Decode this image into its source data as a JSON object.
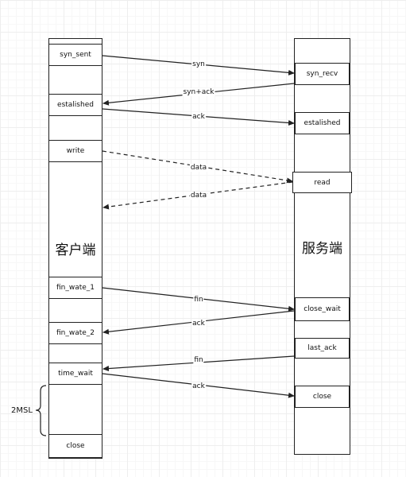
{
  "client": {
    "title": "客户端",
    "states": {
      "syn_sent": "syn_sent",
      "established": "estalished",
      "write": "write",
      "fin_wait_1": "fin_wate_1",
      "fin_wait_2": "fin_wate_2",
      "time_wait": "time_wait",
      "close": "close"
    }
  },
  "server": {
    "title": "服务端",
    "states": {
      "syn_recv": "syn_recv",
      "established": "estalished",
      "read": "read",
      "close_wait": "close_wait",
      "last_ack": "last_ack",
      "close": "close"
    }
  },
  "messages": [
    {
      "label": "syn",
      "style": "solid"
    },
    {
      "label": "syn+ack",
      "style": "solid"
    },
    {
      "label": "ack",
      "style": "solid"
    },
    {
      "label": "data",
      "style": "dashed"
    },
    {
      "label": "data",
      "style": "dashed"
    },
    {
      "label": "fin",
      "style": "solid"
    },
    {
      "label": "ack",
      "style": "solid"
    },
    {
      "label": "fin",
      "style": "solid"
    },
    {
      "label": "ack",
      "style": "solid"
    }
  ],
  "timer_label": "2MSL"
}
